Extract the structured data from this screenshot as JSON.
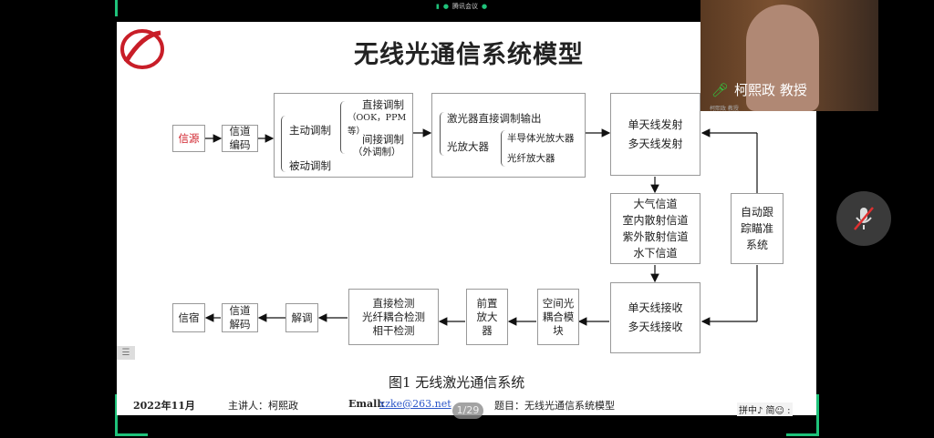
{
  "meeting": {
    "app_label": "腾讯会议"
  },
  "slide": {
    "title": "无线光通信系统模型",
    "source": "信源",
    "channel_encode": "信道编码",
    "active_mod": "主动调制",
    "direct_mod": "直接调制",
    "direct_mod_note": "（OOK，PPM等）",
    "indirect_mod": "间接调制",
    "indirect_mod_note": "（外调制）",
    "passive_mod": "被动调制",
    "laser_direct": "激光器直接调制输出",
    "optical_amp": "光放大器",
    "semi_amp": "半导体光放大器",
    "fiber_amp": "光纤放大器",
    "tx_single": "单天线发射",
    "tx_multi": "多天线发射",
    "ch": [
      "大气信道",
      "室内散射信道",
      "紫外散射信道",
      "水下信道"
    ],
    "tracking": "自动跟踪瞄准系统",
    "rx_single": "单天线接收",
    "rx_multi": "多天线接收",
    "coupling": "空间光耦合模块",
    "preamp": "前置放大器",
    "detect": [
      "直接检测",
      "光纤耦合检测",
      "相干检测"
    ],
    "demod": "解调",
    "channel_decode": "信道解码",
    "sink": "信宿",
    "caption": "图1 无线激光通信系统",
    "footer": {
      "date": "2022年11月",
      "speaker": "主讲人：柯熙政",
      "email_label": "Emall:",
      "email": "xzke@263.net",
      "topic": "题目：无线光通信系统模型"
    }
  },
  "page_counter": "1/29",
  "ime": "拼中♪ 简☺ :",
  "video": {
    "name": "柯熙政  教授",
    "small_label": "柯熙政 教授"
  },
  "colors": {
    "accent": "#1fc27a",
    "source_red": "#d0202a"
  }
}
